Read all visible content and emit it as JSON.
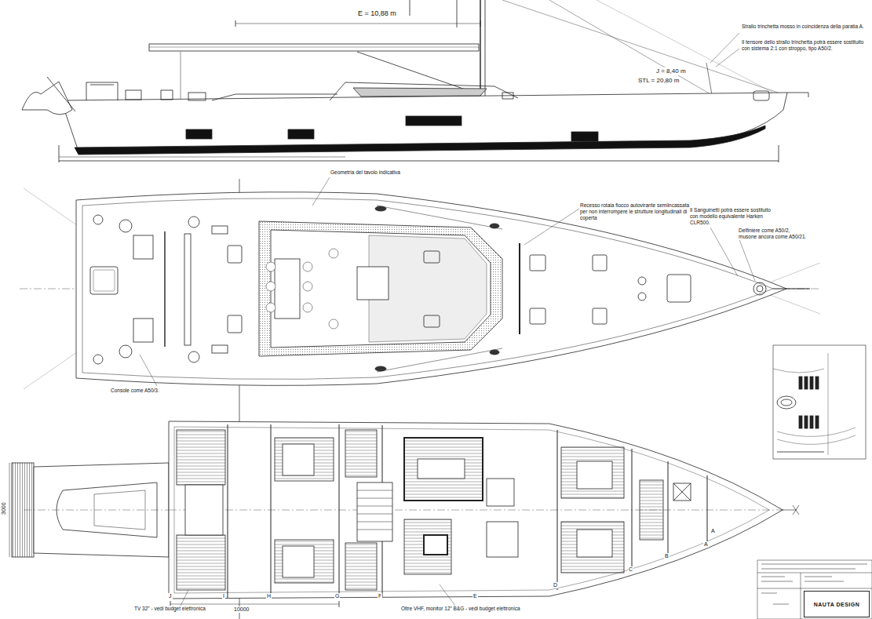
{
  "diagram": {
    "nodes": [
      {
        "text": [
          "NAUTA DESIGN"
        ]
      }
    ],
    "labels": [
      "E = 10,88 m",
      "Strallo trinchetta mosso in coincidenza della paratia A.",
      "Il tensore dello strallo trinchetta potrà essere sostituito con sistema 2:1 con stroppo, tipo A50/2.",
      "J = 8,40 m",
      "STL = 20,80 m",
      "Geometria del tavolo indicativa",
      "Recesso rotaia fiocco autovirante semiincassata per non interrompere le strutture longitudinali di coperta",
      "Il Sanguinetti potrà essere sostituito con modello equivalente Harken CLR500.",
      "Delfiniere come A50/2, musone ancora come A50/21.",
      "Console come A50/3.",
      "3000",
      "TV 32\" - vedi budget elettronica",
      "10000",
      "Oltre VHF, monitor 12\" B&G - vedi budget elettronica",
      "J",
      "I",
      "H",
      "G",
      "F",
      "E",
      "D",
      "C",
      "B",
      "A",
      "A"
    ]
  }
}
